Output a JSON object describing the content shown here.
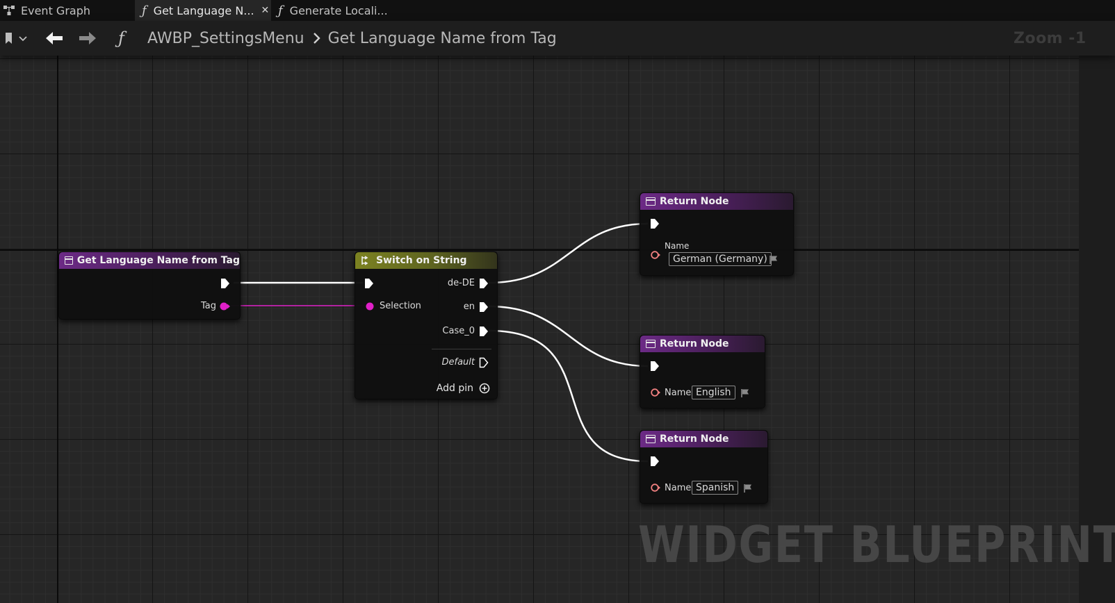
{
  "tabs": [
    {
      "label": "Event Graph",
      "icon": "event-graph-icon",
      "active": false
    },
    {
      "label": "Get Language N...",
      "icon": "function-icon",
      "active": true,
      "closable": true
    },
    {
      "label": "Generate Locali...",
      "icon": "function-icon",
      "active": false
    }
  ],
  "toolbar": {
    "breadcrumb": [
      "AWBP_SettingsMenu",
      "Get Language Name from Tag"
    ],
    "zoom": "Zoom -1"
  },
  "watermark": "WIDGET BLUEPRINT",
  "nodes": {
    "entry": {
      "title": "Get Language Name from Tag",
      "pins": {
        "tag": "Tag"
      }
    },
    "switch": {
      "title": "Switch on String",
      "pins": {
        "selection": "Selection",
        "de": "de-DE",
        "en": "en",
        "case0": "Case_0",
        "default": "Default",
        "add_pin": "Add pin"
      }
    },
    "return_de": {
      "title": "Return Node",
      "pin_label": "Name",
      "value": "German (Germany)"
    },
    "return_en": {
      "title": "Return Node",
      "pin_label": "Name",
      "value": "English"
    },
    "return_es": {
      "title": "Return Node",
      "pin_label": "Name",
      "value": "Spanish"
    }
  },
  "colors": {
    "exec_wire": "#ffffff",
    "string_wire": "#e020c8",
    "name_pin": "#f08080",
    "function_header": "#6c2a86",
    "switch_header": "#7c8221"
  }
}
